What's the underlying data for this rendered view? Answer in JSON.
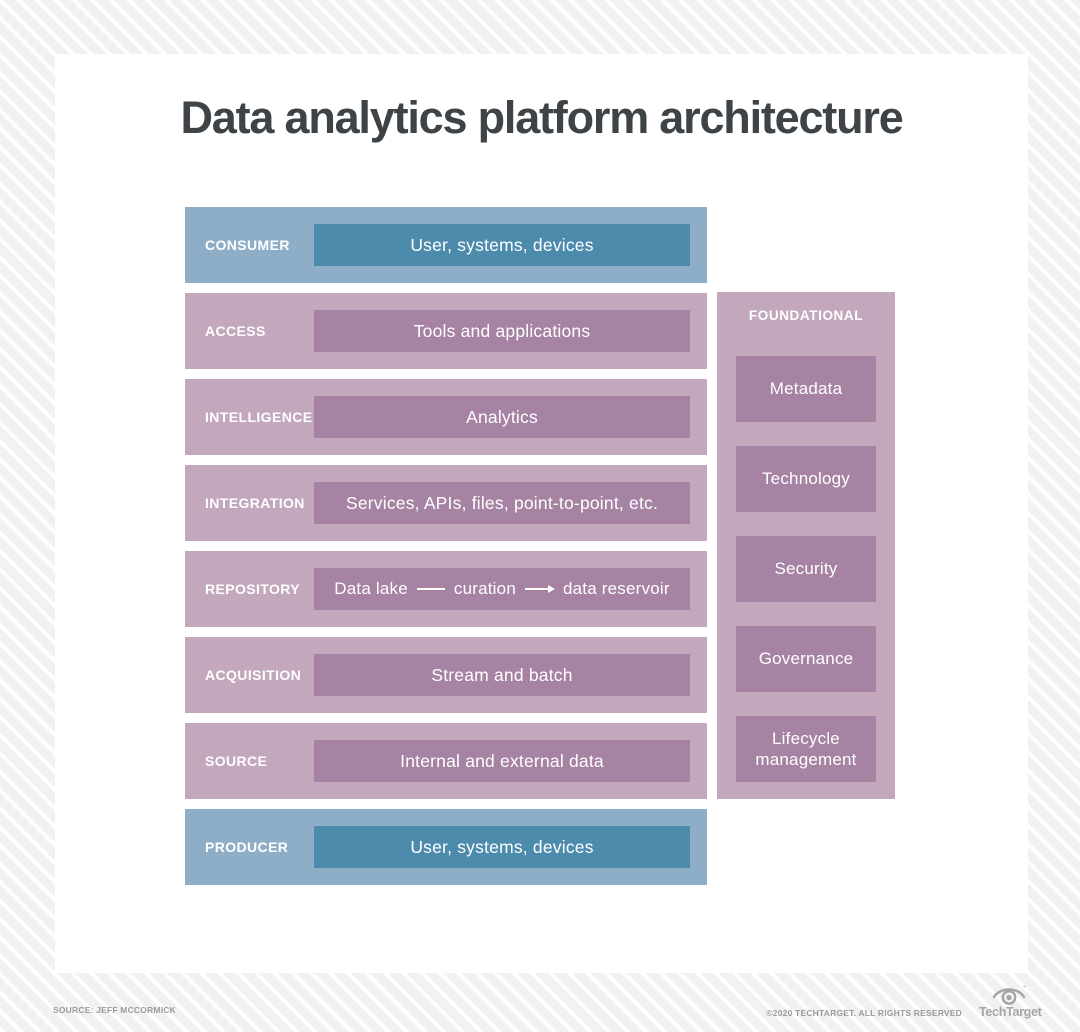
{
  "title": "Data analytics platform architecture",
  "colors": {
    "page_bg": "#f2f1ef",
    "card_bg": "#ffffff",
    "title_text": "#3e4347",
    "blue_bg": "#8eaec7",
    "blue_inner": "#4d8bad",
    "mauve_bg": "#c3a7bc",
    "mauve_inner": "#a682a3",
    "white_text": "#ffffff",
    "footer_text": "#9b9b9b",
    "logo_gray": "#a5a5a5"
  },
  "rows": [
    {
      "label": "CONSUMER",
      "value": "User, systems, devices",
      "theme": "blue"
    },
    {
      "label": "ACCESS",
      "value": "Tools and applications",
      "theme": "mauve"
    },
    {
      "label": "INTELLIGENCE",
      "value": "Analytics",
      "theme": "mauve"
    },
    {
      "label": "INTEGRATION",
      "value": "Services, APIs, files, point-to-point, etc.",
      "theme": "mauve"
    },
    {
      "label": "REPOSITORY",
      "theme": "mauve",
      "parts": {
        "left": "Data lake",
        "mid": "curation",
        "right": "data reservoir"
      }
    },
    {
      "label": "ACQUISITION",
      "value": "Stream and batch",
      "theme": "mauve"
    },
    {
      "label": "SOURCE",
      "value": "Internal and external data",
      "theme": "mauve"
    },
    {
      "label": "PRODUCER",
      "value": "User, systems, devices",
      "theme": "blue"
    }
  ],
  "foundational": {
    "header": "FOUNDATIONAL",
    "items": [
      "Metadata",
      "Technology",
      "Security",
      "Governance",
      "Lifecycle management"
    ]
  },
  "footer": {
    "source": "SOURCE: JEFF MCCORMICK",
    "copyright": "©2020 TECHTARGET. ALL RIGHTS RESERVED",
    "brand": "TechTarget"
  }
}
